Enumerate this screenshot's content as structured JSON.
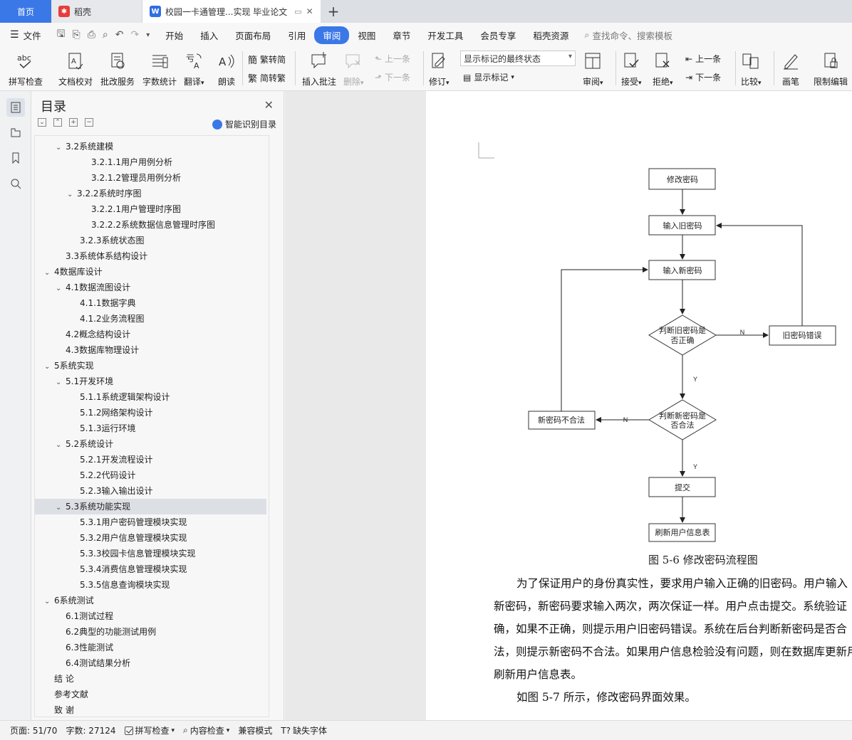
{
  "tabs": {
    "home": "首页",
    "daoke": "稻壳",
    "doc": "校园一卡通管理...实现 毕业论文",
    "add": "+"
  },
  "menu": {
    "file": "文件",
    "items": [
      "开始",
      "插入",
      "页面布局",
      "引用",
      "审阅",
      "视图",
      "章节",
      "开发工具",
      "会员专享",
      "稻壳资源"
    ],
    "active": "审阅",
    "search_placeholder": "查找命令、搜索模板"
  },
  "ribbon": {
    "spell": "拼写检查",
    "proof": "文档校对",
    "batch": "批改服务",
    "wordcount": "字数统计",
    "translate": "翻译",
    "read": "朗读",
    "trad": "繁转简",
    "simp": "简转繁",
    "insert_comment": "插入批注",
    "delete": "删除",
    "prev": "上一条",
    "next": "下一条",
    "revise": "修订",
    "markup_state": "显示标记的最终状态",
    "show_markup": "显示标记",
    "review": "审阅",
    "accept": "接受",
    "reject": "拒绝",
    "prev2": "上一条",
    "next2": "下一条",
    "compare": "比较",
    "pen": "画笔",
    "restrict": "限制编辑"
  },
  "toc": {
    "title": "目录",
    "smart": "智能识别目录",
    "items": [
      {
        "text": "3.2系统建模",
        "level": 1,
        "caret": "v"
      },
      {
        "text": "3.2.1.1用户用例分析",
        "level": 3,
        "caret": ""
      },
      {
        "text": "3.2.1.2管理员用例分析",
        "level": 3,
        "caret": ""
      },
      {
        "text": "3.2.2系统时序图",
        "level": 2,
        "caret": "v"
      },
      {
        "text": "3.2.2.1用户管理时序图",
        "level": 3,
        "caret": ""
      },
      {
        "text": "3.2.2.2系统数据信息管理时序图",
        "level": 3,
        "caret": ""
      },
      {
        "text": "3.2.3系统状态图",
        "level": 2,
        "caret": ""
      },
      {
        "text": "3.3系统体系结构设计",
        "level": 1,
        "caret": ""
      },
      {
        "text": "4数据库设计",
        "level": 0,
        "caret": "v"
      },
      {
        "text": "4.1数据流图设计",
        "level": 1,
        "caret": "v"
      },
      {
        "text": "4.1.1数据字典",
        "level": 2,
        "caret": ""
      },
      {
        "text": "4.1.2业务流程图",
        "level": 2,
        "caret": ""
      },
      {
        "text": "4.2概念结构设计",
        "level": 1,
        "caret": ""
      },
      {
        "text": "4.3数据库物理设计",
        "level": 1,
        "caret": ""
      },
      {
        "text": "5系统实现",
        "level": 0,
        "caret": "v"
      },
      {
        "text": "5.1开发环境",
        "level": 1,
        "caret": "v"
      },
      {
        "text": "5.1.1系统逻辑架构设计",
        "level": 2,
        "caret": ""
      },
      {
        "text": "5.1.2网络架构设计",
        "level": 2,
        "caret": ""
      },
      {
        "text": "5.1.3运行环境",
        "level": 2,
        "caret": ""
      },
      {
        "text": "5.2系统设计",
        "level": 1,
        "caret": "v"
      },
      {
        "text": "5.2.1开发流程设计",
        "level": 2,
        "caret": ""
      },
      {
        "text": "5.2.2代码设计",
        "level": 2,
        "caret": ""
      },
      {
        "text": "5.2.3输入输出设计",
        "level": 2,
        "caret": ""
      },
      {
        "text": "5.3系统功能实现",
        "level": 1,
        "caret": "v",
        "selected": true
      },
      {
        "text": "5.3.1用户密码管理模块实现",
        "level": 2,
        "caret": ""
      },
      {
        "text": "5.3.2用户信息管理模块实现",
        "level": 2,
        "caret": ""
      },
      {
        "text": "5.3.3校园卡信息管理模块实现",
        "level": 2,
        "caret": ""
      },
      {
        "text": "5.3.4消费信息管理模块实现",
        "level": 2,
        "caret": ""
      },
      {
        "text": "5.3.5信息查询模块实现",
        "level": 2,
        "caret": ""
      },
      {
        "text": "6系统测试",
        "level": 0,
        "caret": "v"
      },
      {
        "text": "6.1测试过程",
        "level": 1,
        "caret": ""
      },
      {
        "text": "6.2典型的功能测试用例",
        "level": 1,
        "caret": ""
      },
      {
        "text": "6.3性能测试",
        "level": 1,
        "caret": ""
      },
      {
        "text": "6.4测试结果分析",
        "level": 1,
        "caret": ""
      },
      {
        "text": "结 论",
        "level": 0,
        "caret": ""
      },
      {
        "text": "参考文献",
        "level": 0,
        "caret": ""
      },
      {
        "text": "致 谢",
        "level": 0,
        "caret": ""
      }
    ]
  },
  "flowchart": {
    "change_pwd": "修改密码",
    "input_old": "输入旧密码",
    "input_new": "输入新密码",
    "judge_old_1": "判断旧密码是",
    "judge_old_2": "否正确",
    "old_wrong": "旧密码错误",
    "judge_new_1": "判断新密码是",
    "judge_new_2": "否合法",
    "new_invalid": "新密码不合法",
    "submit": "提交",
    "refresh": "刷新用户信息表",
    "n1": "N",
    "y1": "Y",
    "n2": "N",
    "y2": "Y"
  },
  "document": {
    "caption": "图 5-6 修改密码流程图",
    "lines": [
      "为了保证用户的身份真实性，要求用户输入正确的旧密码。用户输入",
      "新密码，新密码要求输入两次，两次保证一样。用户点击提交。系统验证",
      "确，如果不正确，则提示用户旧密码错误。系统在后台判断新密码是否合",
      "法，则提示新密码不合法。如果用户信息检验没有问题，则在数据库更新用",
      "刷新用户信息表。",
      "如图 5-7 所示，修改密码界面效果。"
    ]
  },
  "status": {
    "page": "页面: 51/70",
    "words": "字数: 27124",
    "spell": "拼写检查",
    "content": "内容检查",
    "compat": "兼容模式",
    "missing_font": "缺失字体"
  }
}
